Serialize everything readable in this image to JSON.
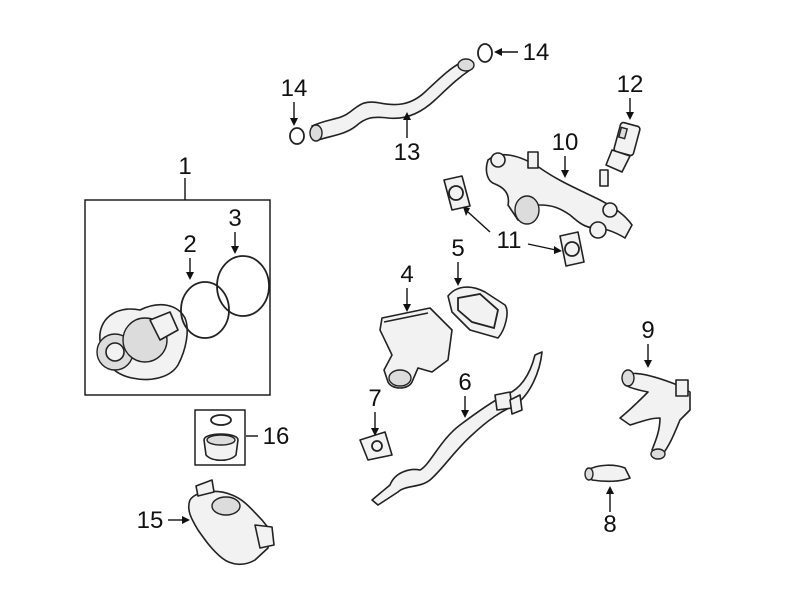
{
  "callouts": [
    {
      "id": "1",
      "label": "1"
    },
    {
      "id": "2",
      "label": "2"
    },
    {
      "id": "3",
      "label": "3"
    },
    {
      "id": "4",
      "label": "4"
    },
    {
      "id": "5",
      "label": "5"
    },
    {
      "id": "6",
      "label": "6"
    },
    {
      "id": "7",
      "label": "7"
    },
    {
      "id": "8",
      "label": "8"
    },
    {
      "id": "9",
      "label": "9"
    },
    {
      "id": "10",
      "label": "10"
    },
    {
      "id": "11",
      "label": "11"
    },
    {
      "id": "12",
      "label": "12"
    },
    {
      "id": "13",
      "label": "13"
    },
    {
      "id": "14a",
      "label": "14"
    },
    {
      "id": "14b",
      "label": "14"
    },
    {
      "id": "15",
      "label": "15"
    },
    {
      "id": "16",
      "label": "16"
    }
  ]
}
